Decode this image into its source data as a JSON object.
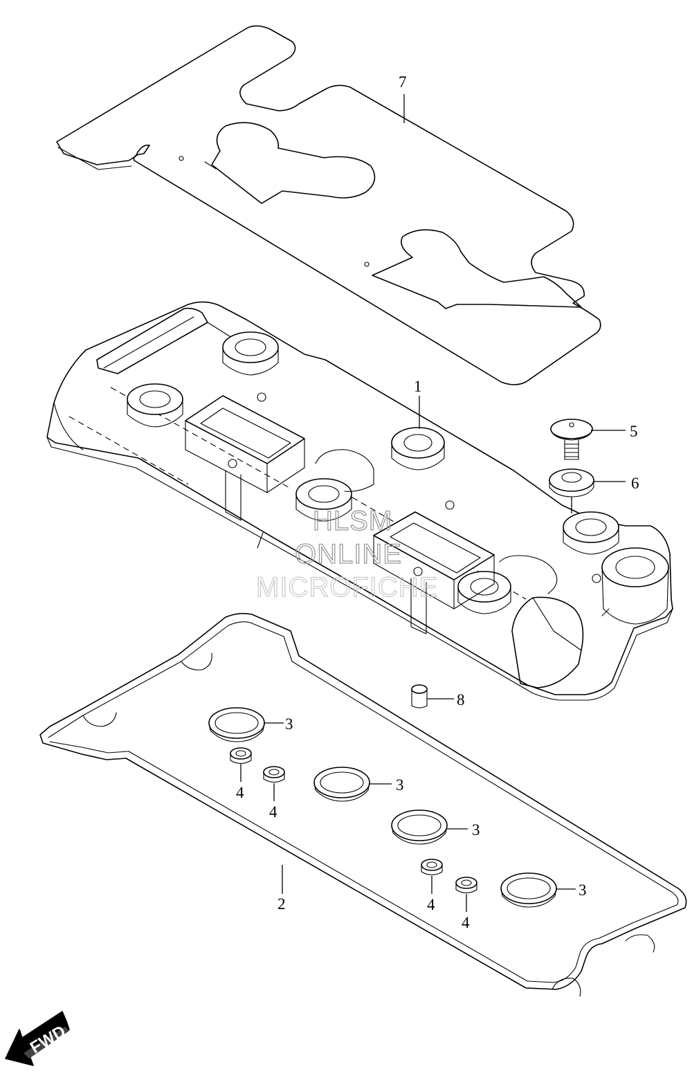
{
  "callouts": {
    "c1": "1",
    "c2": "2",
    "c3a": "3",
    "c3b": "3",
    "c3c": "3",
    "c3d": "3",
    "c4a": "4",
    "c4b": "4",
    "c4c": "4",
    "c4d": "4",
    "c5": "5",
    "c6": "6",
    "c7": "7",
    "c8": "8"
  },
  "watermark": {
    "line1": "HLSM",
    "line2": "ONLINE",
    "line3": "MICROFICHE"
  },
  "direction_marker": {
    "label": "FWD",
    "icon": "forward-arrow-icon"
  }
}
